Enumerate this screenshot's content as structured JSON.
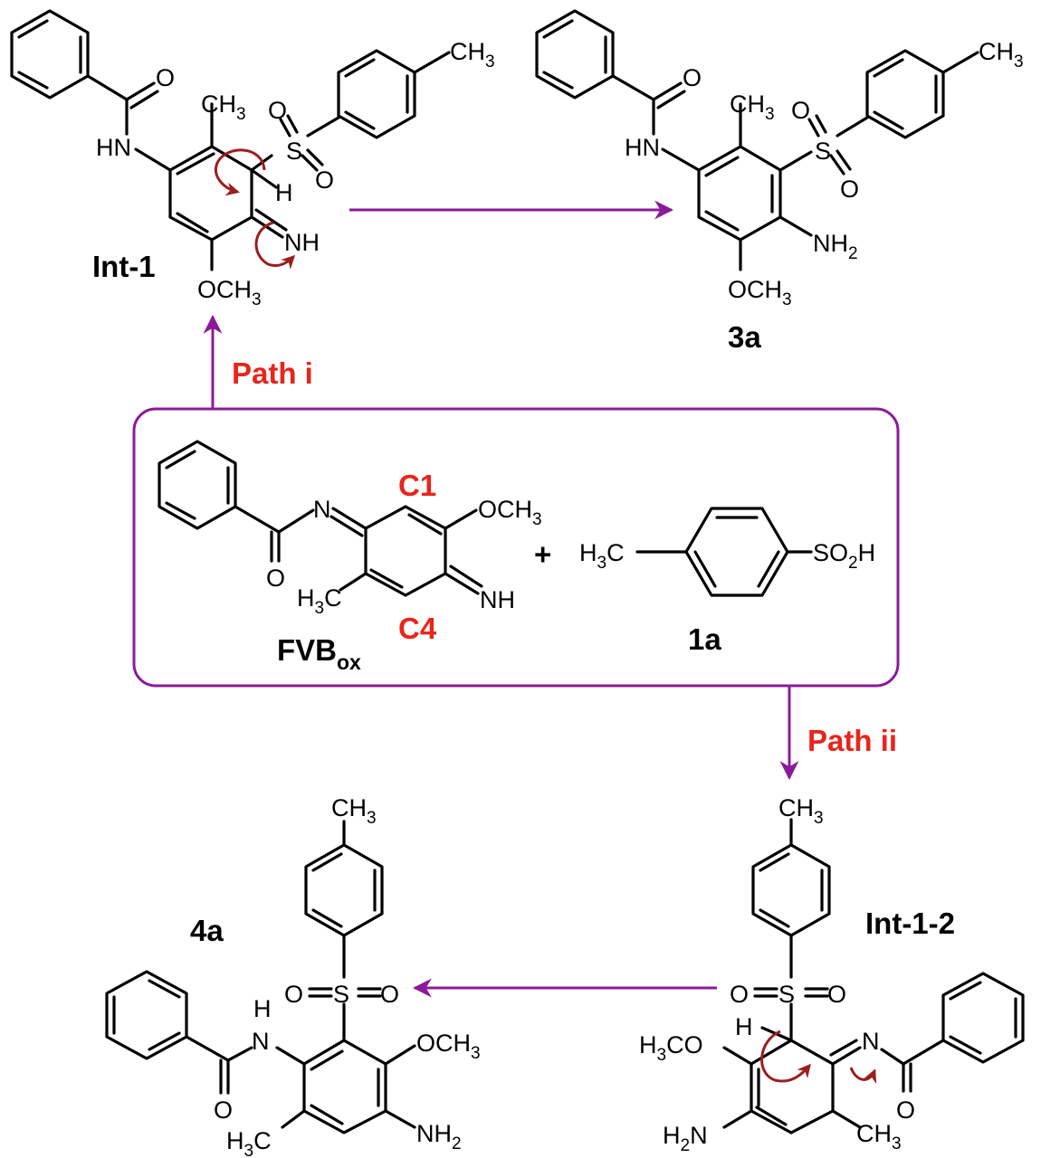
{
  "colors": {
    "accent": "#8B1A9A",
    "label_red": "#E8251C",
    "mechanism_arrow": "#9B1F1F",
    "bond": "#000000"
  },
  "compounds": {
    "int1": "Int-1",
    "p3a": "3a",
    "fvb_main": "FVB",
    "fvb_sub": "ox",
    "r1a": "1a",
    "int12": "Int-1-2",
    "p4a": "4a"
  },
  "paths": {
    "path_i": "Path i",
    "path_ii": "Path ii"
  },
  "positions": {
    "c1": "C1",
    "c4": "C4"
  },
  "reaction": {
    "plus": "+"
  },
  "atoms": {
    "O": "O",
    "HN": "HN",
    "H": "H",
    "N": "N",
    "NH": "NH",
    "S": "S",
    "CH": "CH",
    "OCH": "OCH",
    "NH2_main": "NH",
    "H2N_main": "H",
    "H3C_H": "H",
    "C": "C",
    "SO2H_S": "SO",
    "SO2H_H": "H",
    "COpart": "CO",
    "sub3": "3",
    "sub2": "2"
  }
}
